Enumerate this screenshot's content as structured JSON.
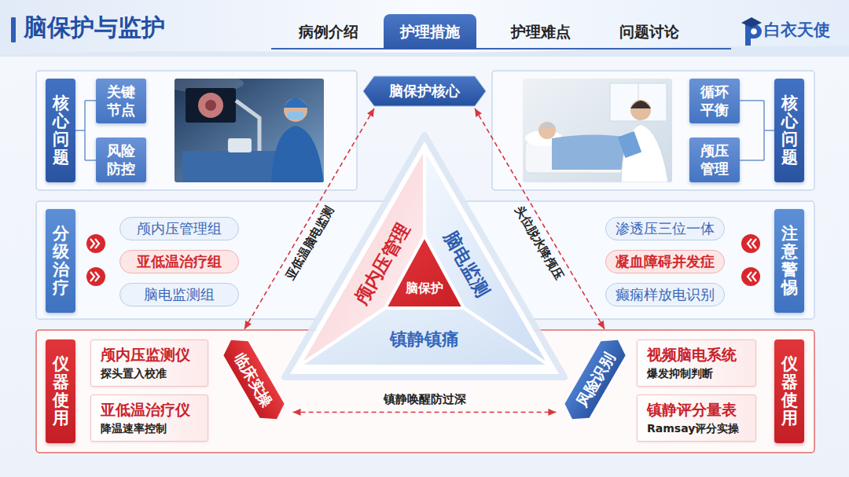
{
  "diagram": {
    "title": "脑保护与监护",
    "nodes": [
      {
        "text": [
          "护理措施"
        ]
      },
      {
        "text": [
          "核心问题"
        ]
      },
      {
        "text": [
          "关键节点"
        ]
      },
      {
        "text": [
          "风险防控"
        ]
      },
      {
        "text": [
          "脑保护核心"
        ]
      },
      {
        "text": [
          "循环平衡"
        ]
      },
      {
        "text": [
          "颅压管理"
        ]
      },
      {
        "text": [
          "核心问题"
        ]
      },
      {
        "text": [
          "分级治疗"
        ]
      },
      {
        "text": [
          "颅内压管理组"
        ]
      },
      {
        "text": [
          "亚低温治疗组"
        ]
      },
      {
        "text": [
          "脑电监测组"
        ]
      },
      {
        "text": [
          "颅内压管理"
        ]
      },
      {
        "text": [
          "脑电监测"
        ]
      },
      {
        "text": [
          "脑保护"
        ]
      },
      {
        "text": [
          "镇静镇痛"
        ]
      },
      {
        "text": [
          "渗透压三位一体"
        ]
      },
      {
        "text": [
          "凝血障碍并发症"
        ]
      },
      {
        "text": [
          "癫痫样放电识别"
        ]
      },
      {
        "text": [
          "注意警惕"
        ]
      },
      {
        "text": [
          "仪器使用"
        ]
      },
      {
        "text": [
          "颅内压监测仪",
          "探头置入校准"
        ]
      },
      {
        "text": [
          "亚低温治疗仪",
          "降温速率控制"
        ]
      },
      {
        "text": [
          "临床实操"
        ]
      },
      {
        "text": [
          "风险识别"
        ]
      },
      {
        "text": [
          "视频脑电系统",
          "爆发抑制判断"
        ]
      },
      {
        "text": [
          "镇静评分量表",
          "Ramsay评分实操"
        ]
      },
      {
        "text": [
          "仪器使用"
        ]
      }
    ],
    "edges": [
      {
        "from": 4,
        "to": 23,
        "label": "亚低温脑电监测",
        "arrow": "both"
      },
      {
        "from": 4,
        "to": 24,
        "label": "头位脱水降颅压",
        "arrow": "both"
      },
      {
        "from": 23,
        "to": 24,
        "label": "镇静唤醒防过深",
        "arrow": "both"
      }
    ],
    "labels": [
      "病例介绍",
      "护理难点",
      "问题讨论",
      "白衣天使"
    ]
  }
}
